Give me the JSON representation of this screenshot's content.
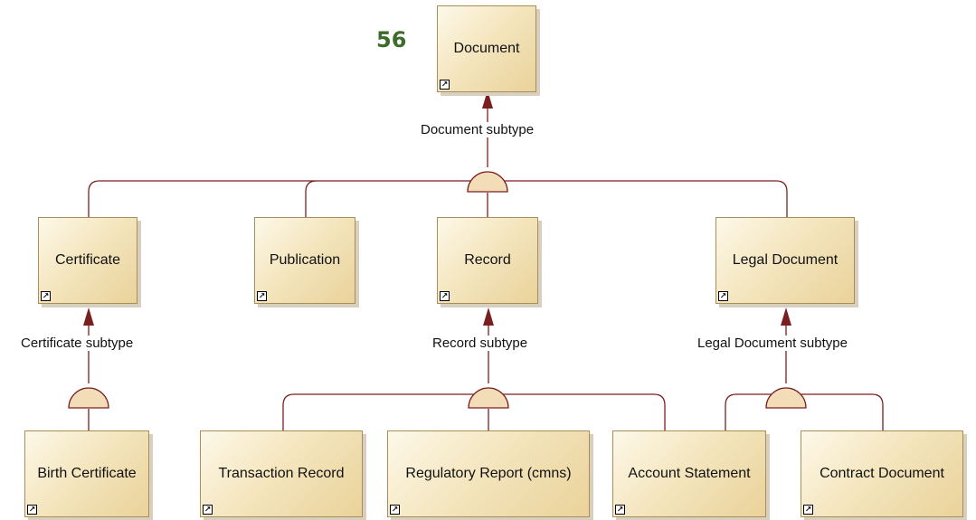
{
  "badge": "56",
  "nodes": {
    "document": "Document",
    "certificate": "Certificate",
    "publication": "Publication",
    "record": "Record",
    "legal_document": "Legal Document",
    "birth_certificate": "Birth Certificate",
    "transaction_record": "Transaction Record",
    "regulatory_report": "Regulatory Report (cmns)",
    "account_statement": "Account Statement",
    "contract_document": "Contract Document"
  },
  "labels": {
    "document_subtype": "Document subtype",
    "certificate_subtype": "Certificate subtype",
    "record_subtype": "Record subtype",
    "legal_document_subtype": "Legal Document subtype"
  },
  "colors": {
    "line": "#7a1f1f",
    "node_fill": "#f4e6bf",
    "badge": "#3d6b2a"
  },
  "icons": {
    "shortcut": "shortcut-arrow-icon"
  }
}
